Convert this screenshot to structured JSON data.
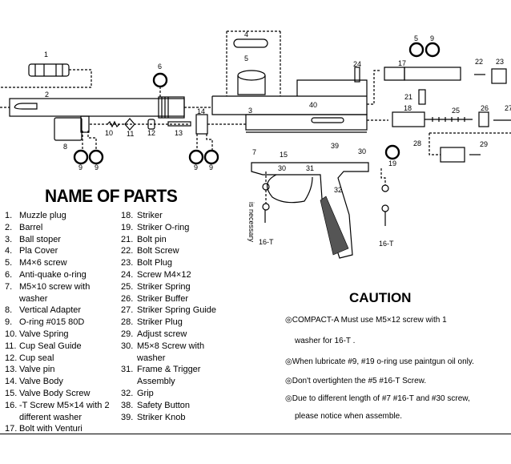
{
  "title": "NAME OF PARTS",
  "parts_col1": [
    {
      "num": "1.",
      "name": "Muzzle plug"
    },
    {
      "num": "2.",
      "name": "Barrel"
    },
    {
      "num": "3.",
      "name": "Ball stoper"
    },
    {
      "num": "4.",
      "name": "Pla Cover"
    },
    {
      "num": "5.",
      "name": "M4×6 screw"
    },
    {
      "num": "6.",
      "name": "Anti-quake o-ring"
    },
    {
      "num": "7.",
      "name": "M5×10 screw with\nwasher"
    },
    {
      "num": "8.",
      "name": "Vertical Adapter"
    },
    {
      "num": "9.",
      "name": "O-ring #015 80D"
    },
    {
      "num": "10.",
      "name": "Valve Spring"
    },
    {
      "num": "11.",
      "name": "Cup Seal Guide"
    },
    {
      "num": "12.",
      "name": "Cup seal"
    },
    {
      "num": "13.",
      "name": "Valve pin"
    },
    {
      "num": "14.",
      "name": "Valve Body"
    },
    {
      "num": "15.",
      "name": "Valve Body Screw"
    },
    {
      "num": "16.",
      "name": "-T Screw M5×14 with 2\ndifferent washer"
    },
    {
      "num": "17.",
      "name": "Bolt with Venturi"
    }
  ],
  "parts_col2": [
    {
      "num": "18.",
      "name": "Striker"
    },
    {
      "num": "19.",
      "name": "Striker O-ring"
    },
    {
      "num": "21.",
      "name": "Bolt pin"
    },
    {
      "num": "22.",
      "name": "Bolt Screw"
    },
    {
      "num": "23.",
      "name": "Bolt Plug"
    },
    {
      "num": "24.",
      "name": "Screw M4×12"
    },
    {
      "num": "25.",
      "name": "Striker Spring"
    },
    {
      "num": "26.",
      "name": "Striker Buffer"
    },
    {
      "num": "27.",
      "name": "Striker Spring Guide"
    },
    {
      "num": "28.",
      "name": "Striker Plug"
    },
    {
      "num": "29.",
      "name": "Adjust screw"
    },
    {
      "num": "30.",
      "name": "M5×8 Screw with\nwasher"
    },
    {
      "num": "31.",
      "name": "Frame & Trigger\nAssembly"
    },
    {
      "num": "32.",
      "name": "Grip"
    },
    {
      "num": "38.",
      "name": "Safety Button"
    },
    {
      "num": "39.",
      "name": "Striker Knob"
    }
  ],
  "caution": {
    "title": "CAUTION",
    "lines": [
      "◎COMPACT-A Must use M5×12 screw  with 1",
      "washer for 16-T .",
      "◎When lubricate #9, #19 o-ring use paintgun oil only.",
      "◎Don't overtighten the #5 #16-T Screw.",
      "◎Due to different length of #7 #16-T and #30 screw,",
      "please notice when assemble."
    ]
  },
  "diagram": {
    "callouts": [
      "1",
      "2",
      "6",
      "8",
      "9",
      "9",
      "10",
      "11",
      "12",
      "13",
      "14",
      "9",
      "9",
      "4",
      "5",
      "3",
      "40",
      "24",
      "17",
      "5",
      "9",
      "22",
      "23",
      "21",
      "18",
      "25",
      "26",
      "27",
      "19",
      "28",
      "29",
      "7",
      "15",
      "39",
      "30",
      "30",
      "31",
      "32",
      "16-T",
      "16-T"
    ],
    "note": "is necessary"
  }
}
